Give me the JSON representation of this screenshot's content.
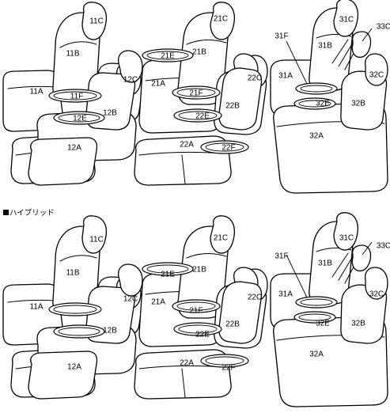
{
  "section_title": "ハイブリッド",
  "parts": {
    "p11A": "11A",
    "p11B": "11B",
    "p11C": "11C",
    "p11F": "11F",
    "p12A": "12A",
    "p12B": "12B",
    "p12C": "12C",
    "p12E": "12E",
    "p21A": "21A",
    "p21B": "21B",
    "p21C": "21C",
    "p21E": "21E",
    "p21F": "21F",
    "p22A": "22A",
    "p22B": "22B",
    "p22C": "22C",
    "p22E": "22E",
    "p22F": "22F",
    "p31A": "31A",
    "p31B": "31B",
    "p31C": "31C",
    "p31F": "31F",
    "p32A": "32A",
    "p32B": "32B",
    "p32C": "32C",
    "p32E": "32E",
    "p33C": "33C"
  }
}
